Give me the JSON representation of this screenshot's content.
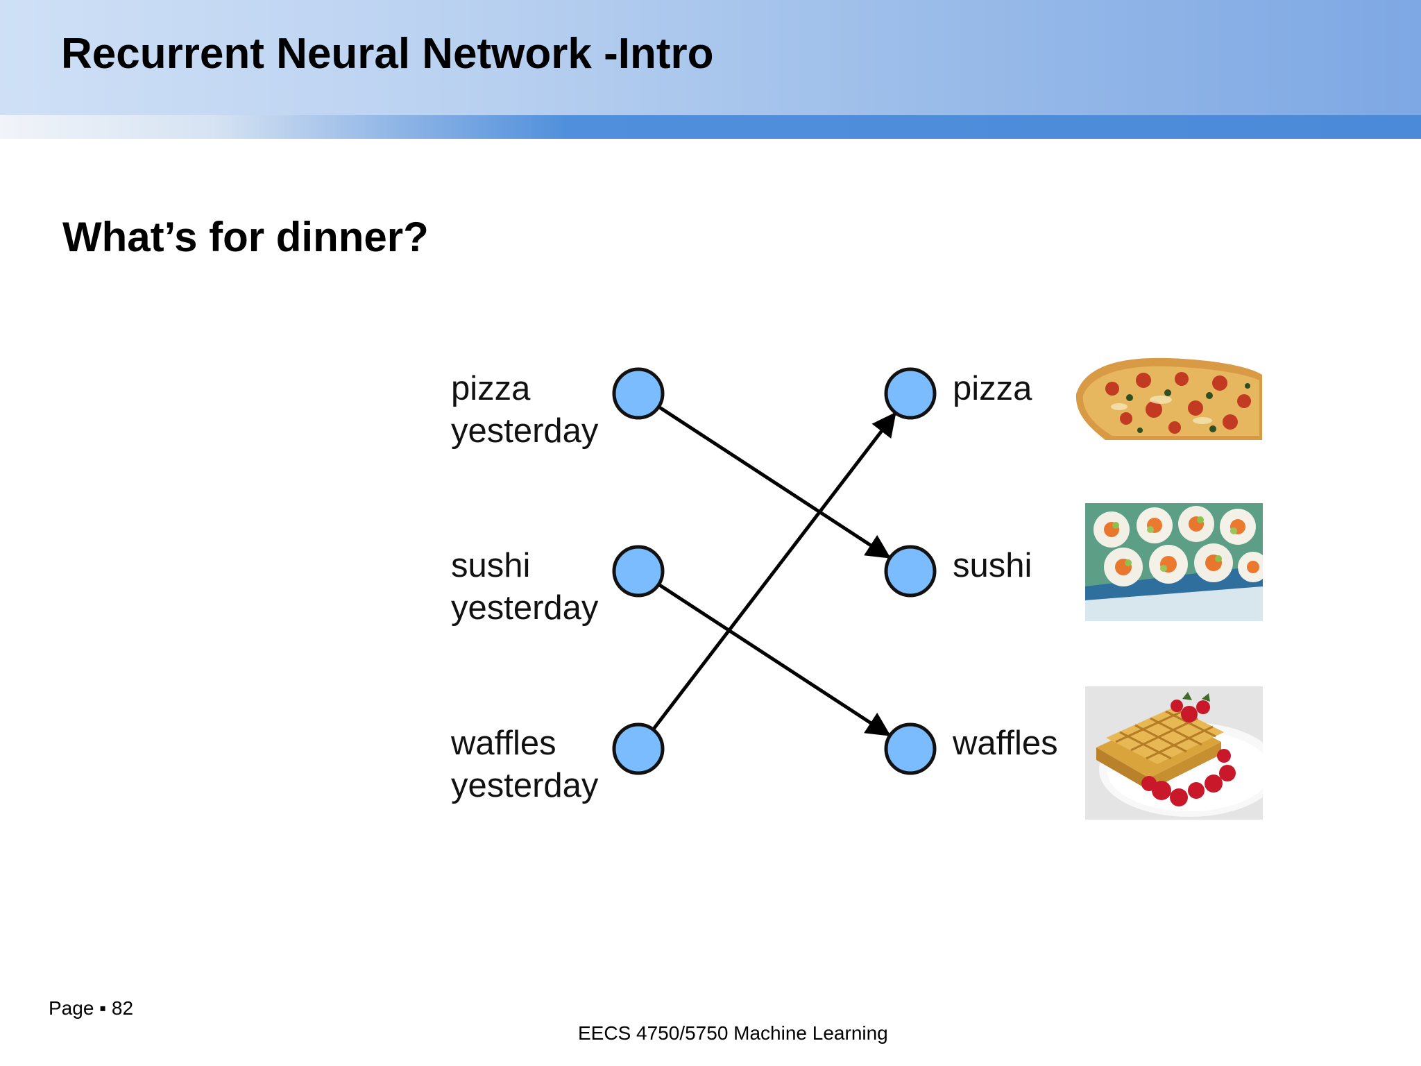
{
  "slide": {
    "title": "Recurrent Neural Network -Intro",
    "subtitle": "What’s for dinner?"
  },
  "diagram": {
    "inputs": [
      {
        "line1": "pizza",
        "line2": "yesterday"
      },
      {
        "line1": "sushi",
        "line2": "yesterday"
      },
      {
        "line1": "waffles",
        "line2": "yesterday"
      }
    ],
    "outputs": [
      {
        "label": "pizza",
        "image": "pizza-image"
      },
      {
        "label": "sushi",
        "image": "sushi-image"
      },
      {
        "label": "waffles",
        "image": "waffles-image"
      }
    ],
    "edges": [
      {
        "from": 0,
        "to": 1
      },
      {
        "from": 1,
        "to": 2
      },
      {
        "from": 2,
        "to": 0
      }
    ],
    "colors": {
      "node_fill": "#7bbcff",
      "node_stroke": "#111111",
      "arrow": "#000000"
    }
  },
  "footer": {
    "page": "Page ▪ 82",
    "course": "EECS 4750/5750 Machine Learning"
  }
}
